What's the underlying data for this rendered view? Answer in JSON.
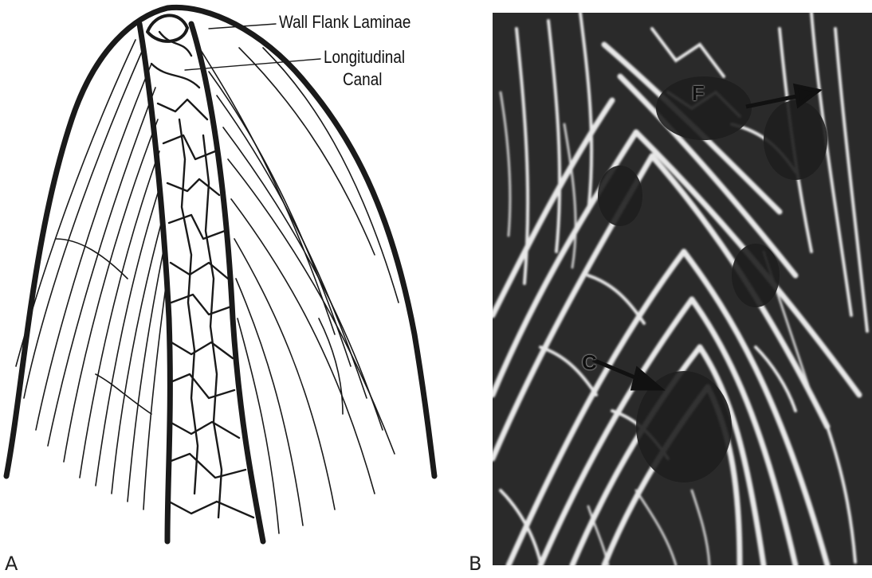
{
  "panels": {
    "a": {
      "letter": "A",
      "callouts": {
        "wall_flank_laminae": "Wall Flank Laminae",
        "longitudinal_line1": "Longitudinal",
        "longitudinal_line2": "Canal"
      }
    },
    "b": {
      "letter": "B",
      "labels": {
        "f": "F",
        "c": "C"
      }
    }
  },
  "colors": {
    "ink": "#1a1a1a",
    "photo_dark": "#2a2a2a",
    "photo_light": "#e8e8e8"
  }
}
